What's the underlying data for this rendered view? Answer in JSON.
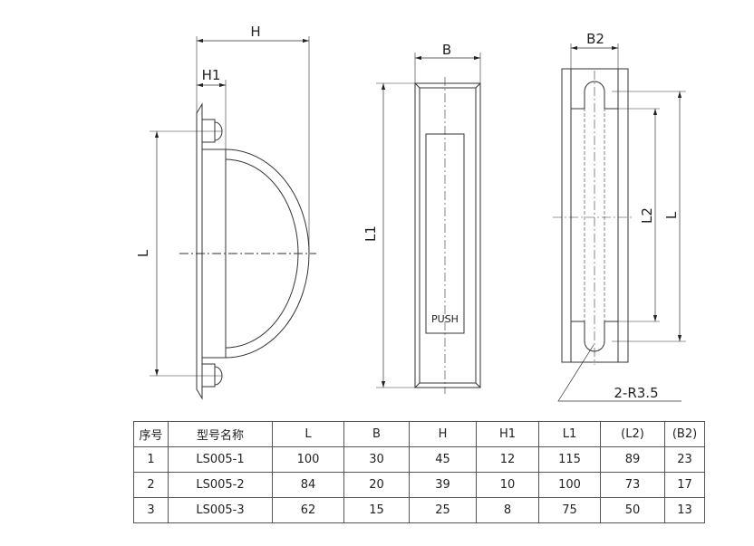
{
  "labels": {
    "H": "H",
    "H1": "H1",
    "L_side": "L",
    "B": "B",
    "L1": "L1",
    "push": "PUSH",
    "B2": "B2",
    "L2": "L2",
    "L_back": "L",
    "radius": "2-R3.5"
  },
  "table": {
    "headers": [
      "序号",
      "型号名称",
      "L",
      "B",
      "H",
      "H1",
      "L1",
      "(L2)",
      "(B2)"
    ],
    "rows": [
      [
        "1",
        "LS005-1",
        "100",
        "30",
        "45",
        "12",
        "115",
        "89",
        "23"
      ],
      [
        "2",
        "LS005-2",
        "84",
        "20",
        "39",
        "10",
        "100",
        "73",
        "17"
      ],
      [
        "3",
        "LS005-3",
        "62",
        "15",
        "25",
        "8",
        "75",
        "50",
        "13"
      ]
    ]
  }
}
